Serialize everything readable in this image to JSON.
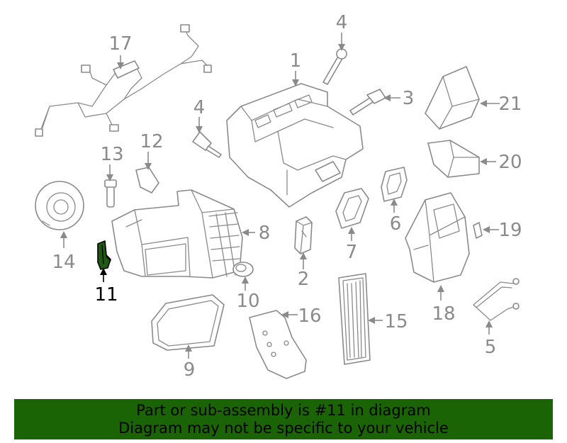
{
  "callouts": {
    "c1": "1",
    "c2": "2",
    "c3": "3",
    "c4a": "4",
    "c4b": "4",
    "c5": "5",
    "c6": "6",
    "c7": "7",
    "c8": "8",
    "c9": "9",
    "c10": "10",
    "c11": "11",
    "c12": "12",
    "c13": "13",
    "c14": "14",
    "c15": "15",
    "c16": "16",
    "c17": "17",
    "c18": "18",
    "c19": "19",
    "c20": "20",
    "c21": "21"
  },
  "highlighted_part": "11",
  "colors": {
    "line": "#8a8a8a",
    "highlight_fill": "#1e5a12",
    "banner": "#1b6406"
  },
  "banner": {
    "line1": "Part or sub-assembly is #11 in diagram",
    "line2": "Diagram may not be specific to your vehicle"
  }
}
